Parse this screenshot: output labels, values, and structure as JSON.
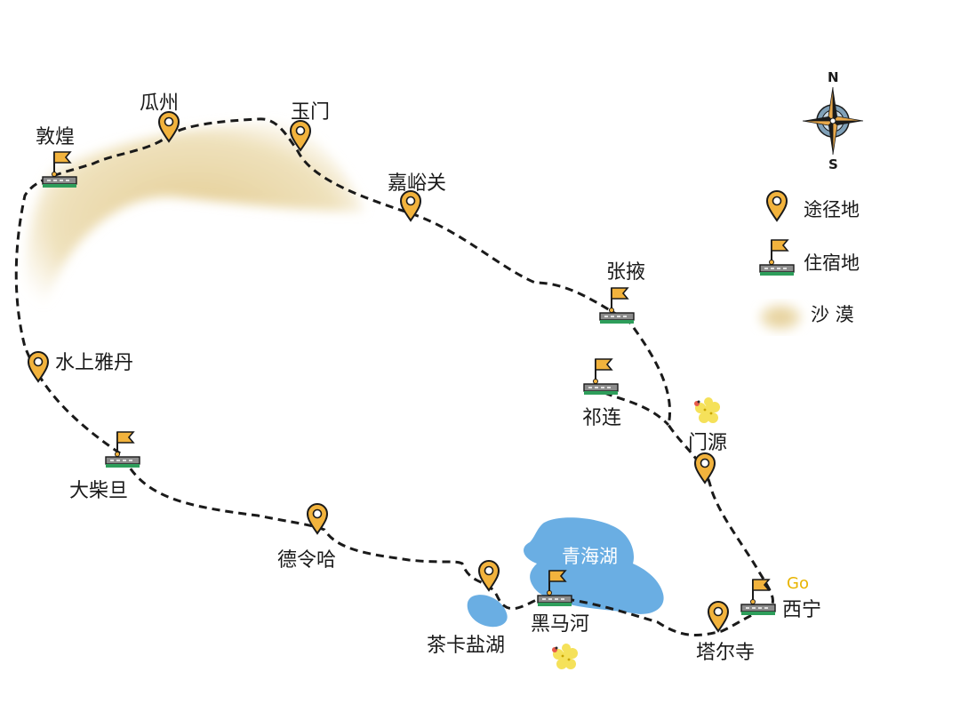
{
  "compass": {
    "north": "N",
    "south": "S"
  },
  "legend": {
    "waypoint": "途径地",
    "lodging": "住宿地",
    "desert": "沙 漠"
  },
  "lake_label": "青海湖",
  "start_label": "Go",
  "places": {
    "dunhuang": "敦煌",
    "guazhou": "瓜州",
    "yumen": "玉门",
    "jiayuguan": "嘉峪关",
    "zhangye": "张掖",
    "qilian": "祁连",
    "menyuan": "门源",
    "xining": "西宁",
    "taersi": "塔尔寺",
    "heimahe": "黑马河",
    "chakayanhu": "茶卡盐湖",
    "delingha": "德令哈",
    "dachaidan": "大柴旦",
    "shuishangyadan": "水上雅丹"
  },
  "colors": {
    "route": "#1a1a1a",
    "pin": "#f2b33d",
    "flag": "#f2b33d",
    "lake": "#6aaee3",
    "desert": "#e9d7a7",
    "flower": "#f5e15a",
    "ground_green": "#2e9e5b"
  },
  "icons": {
    "waypoint": "location-pin-icon",
    "lodging": "flag-on-road-icon",
    "desert": "desert-patch-icon",
    "compass": "compass-rose-icon",
    "flower": "rapeseed-flower-icon"
  }
}
